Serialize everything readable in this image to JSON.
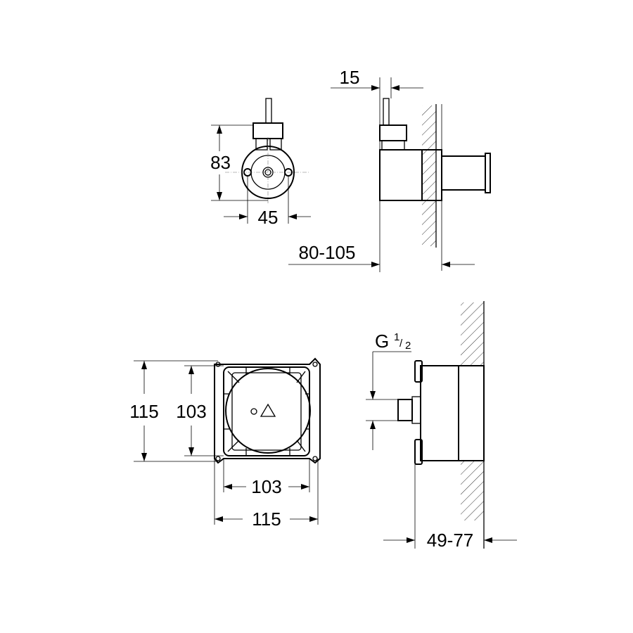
{
  "dimensions": {
    "front_height": "83",
    "front_width": "45",
    "side_offset": "15",
    "side_depth": "80-105",
    "box_outer_height": "115",
    "box_inner_height": "103",
    "box_inner_width": "103",
    "box_outer_width": "115",
    "thread_prefix": "G",
    "thread_num": "1",
    "thread_den": "2",
    "install_depth": "49-77"
  }
}
